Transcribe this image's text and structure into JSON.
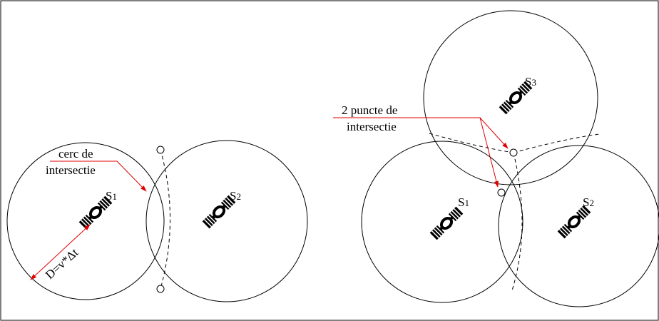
{
  "left_diagram": {
    "satellite_1": {
      "label": "S",
      "sub": "1"
    },
    "satellite_2": {
      "label": "S",
      "sub": "2"
    },
    "callout_line1": "cerc de",
    "callout_line2": "intersectie",
    "distance_formula": "D=v*Δt"
  },
  "right_diagram": {
    "satellite_1": {
      "label": "S",
      "sub": "1"
    },
    "satellite_2": {
      "label": "S",
      "sub": "2"
    },
    "satellite_3": {
      "label": "S",
      "sub": "3"
    },
    "callout_line1": "2 puncte de",
    "callout_line2": "intersectie"
  },
  "colors": {
    "outline": "#000000",
    "arrow": "#e00000",
    "background": "#ffffff"
  },
  "icons": [
    "satellite-icon"
  ]
}
